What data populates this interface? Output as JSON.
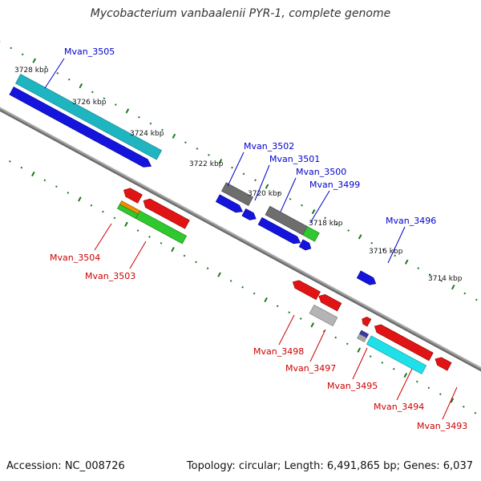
{
  "title": "Mycobacterium vanbaalenii PYR-1, complete genome",
  "footer": {
    "accession": "Accession: NC_008726",
    "summary": "Topology: circular; Length: 6,491,865 bp; Genes: 6,037"
  },
  "scale_ticks": [
    {
      "label": "3728 kbp"
    },
    {
      "label": "3726 kbp"
    },
    {
      "label": "3724 kbp"
    },
    {
      "label": "3722 kbp"
    },
    {
      "label": "3720 kbp"
    },
    {
      "label": "3718 kbp"
    },
    {
      "label": "3716 kbp"
    },
    {
      "label": "3714 kbp"
    }
  ],
  "genes": [
    {
      "name": "Mvan_3505",
      "strand": "+",
      "color": "#0000cc"
    },
    {
      "name": "Mvan_3502",
      "strand": "+",
      "color": "#0000cc"
    },
    {
      "name": "Mvan_3501",
      "strand": "+",
      "color": "#0000cc"
    },
    {
      "name": "Mvan_3500",
      "strand": "+",
      "color": "#0000cc"
    },
    {
      "name": "Mvan_3499",
      "strand": "+",
      "color": "#0000cc"
    },
    {
      "name": "Mvan_3496",
      "strand": "+",
      "color": "#0000cc"
    },
    {
      "name": "Mvan_3504",
      "strand": "-",
      "color": "#cc0000"
    },
    {
      "name": "Mvan_3503",
      "strand": "-",
      "color": "#cc0000"
    },
    {
      "name": "Mvan_3498",
      "strand": "-",
      "color": "#cc0000"
    },
    {
      "name": "Mvan_3497",
      "strand": "-",
      "color": "#cc0000"
    },
    {
      "name": "Mvan_3495",
      "strand": "-",
      "color": "#cc0000"
    },
    {
      "name": "Mvan_3494",
      "strand": "-",
      "color": "#cc0000"
    },
    {
      "name": "Mvan_3493",
      "strand": "-",
      "color": "#cc0000"
    }
  ],
  "colors": {
    "backbone": "#808080",
    "tick_dots": "#1a7a1a",
    "plus_label": "#0000cc",
    "minus_label": "#cc0000"
  }
}
